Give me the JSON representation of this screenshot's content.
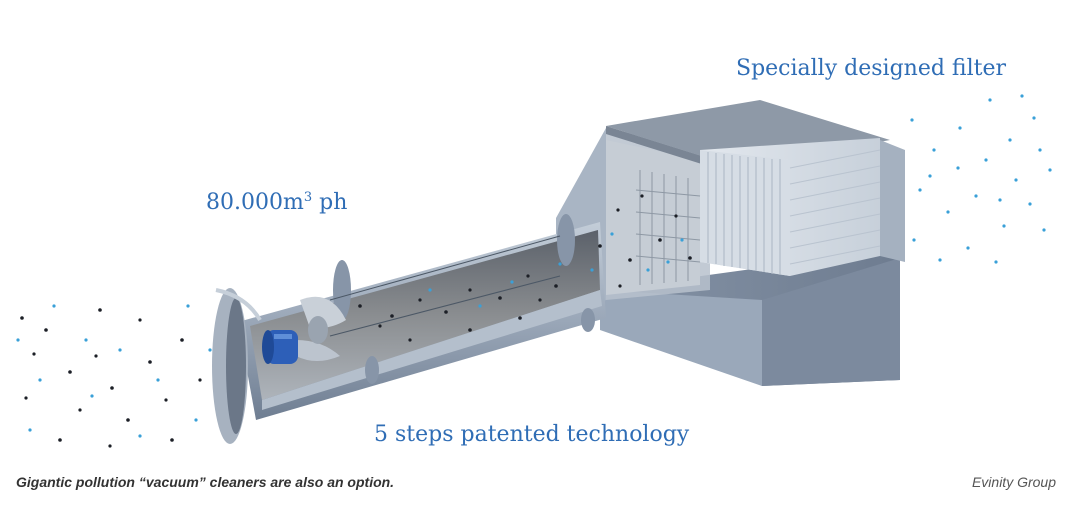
{
  "labels": {
    "filter": "Specially designed filter",
    "flow_value": "80.000m",
    "flow_exponent": "3",
    "flow_unit": " ph",
    "technology": "5 steps patented technology"
  },
  "caption": "Gigantic pollution “vacuum” cleaners are also an option.",
  "credit": "Evinity Group",
  "colors": {
    "label_blue": "#2f6db5",
    "particle_dark": "#1c1f26",
    "particle_light": "#3aa0d8",
    "steel": "#9aa7b8"
  },
  "icons": [
    "motor-icon",
    "fan-icon"
  ]
}
